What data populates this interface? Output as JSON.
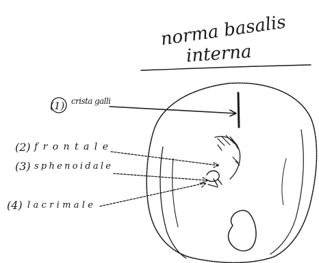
{
  "title": {
    "line1": "norma basalis",
    "line2": "interna"
  },
  "labels": [
    {
      "number": "(1)",
      "text": "crista galli"
    },
    {
      "number": "(2)",
      "text": "frontale"
    },
    {
      "number": "(3)",
      "text": "sphenoidale"
    },
    {
      "number": "(4)",
      "text": "lacrimale"
    }
  ]
}
